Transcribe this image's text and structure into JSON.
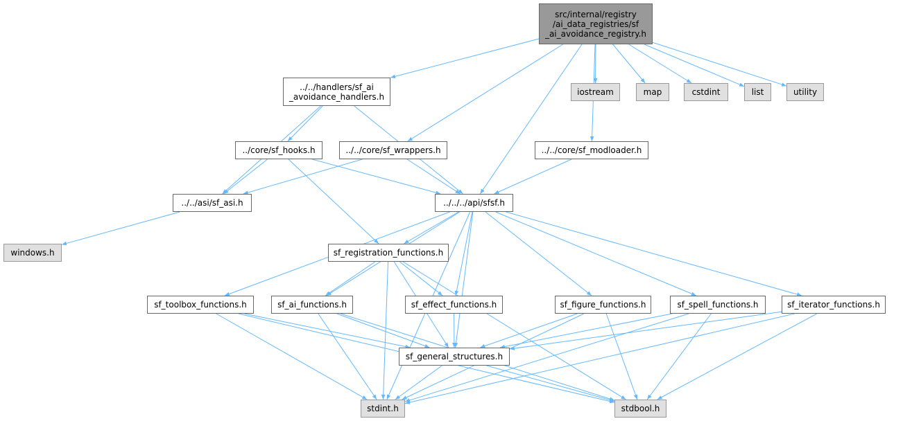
{
  "graph": {
    "edge_color": "#63b8ff",
    "colors": {
      "root_fill": "#999999",
      "node_fill": "#ffffff",
      "system_fill": "#e0e0e0",
      "border": "#666666"
    },
    "nodes": [
      {
        "id": "root",
        "label": "src/internal/registry\n/ai_data_registries/sf\n_ai_avoidance_registry.h",
        "kind": "root"
      },
      {
        "id": "handlers",
        "label": "../../handlers/sf_ai\n_avoidance_handlers.h",
        "kind": "internal"
      },
      {
        "id": "iostream",
        "label": "iostream",
        "kind": "system"
      },
      {
        "id": "map",
        "label": "map",
        "kind": "system"
      },
      {
        "id": "cstdint",
        "label": "cstdint",
        "kind": "system"
      },
      {
        "id": "list",
        "label": "list",
        "kind": "system"
      },
      {
        "id": "utility",
        "label": "utility",
        "kind": "system"
      },
      {
        "id": "hooks",
        "label": "../core/sf_hooks.h",
        "kind": "internal"
      },
      {
        "id": "wrappers",
        "label": "../../core/sf_wrappers.h",
        "kind": "internal"
      },
      {
        "id": "modloader",
        "label": "../../core/sf_modloader.h",
        "kind": "internal"
      },
      {
        "id": "asi",
        "label": "../../asi/sf_asi.h",
        "kind": "internal"
      },
      {
        "id": "sfsf",
        "label": "../../../api/sfsf.h",
        "kind": "internal"
      },
      {
        "id": "windows",
        "label": "windows.h",
        "kind": "system"
      },
      {
        "id": "registration",
        "label": "sf_registration_functions.h",
        "kind": "internal"
      },
      {
        "id": "toolbox",
        "label": "sf_toolbox_functions.h",
        "kind": "internal"
      },
      {
        "id": "ai",
        "label": "sf_ai_functions.h",
        "kind": "internal"
      },
      {
        "id": "effect",
        "label": "sf_effect_functions.h",
        "kind": "internal"
      },
      {
        "id": "figure",
        "label": "sf_figure_functions.h",
        "kind": "internal"
      },
      {
        "id": "spell",
        "label": "sf_spell_functions.h",
        "kind": "internal"
      },
      {
        "id": "iterator",
        "label": "sf_iterator_functions.h",
        "kind": "internal"
      },
      {
        "id": "general",
        "label": "sf_general_structures.h",
        "kind": "internal"
      },
      {
        "id": "stdint",
        "label": "stdint.h",
        "kind": "system"
      },
      {
        "id": "stdbool",
        "label": "stdbool.h",
        "kind": "system"
      }
    ],
    "edges": [
      [
        "root",
        "handlers"
      ],
      [
        "root",
        "iostream"
      ],
      [
        "root",
        "map"
      ],
      [
        "root",
        "cstdint"
      ],
      [
        "root",
        "list"
      ],
      [
        "root",
        "utility"
      ],
      [
        "root",
        "wrappers"
      ],
      [
        "root",
        "modloader"
      ],
      [
        "root",
        "sfsf"
      ],
      [
        "handlers",
        "hooks"
      ],
      [
        "handlers",
        "asi"
      ],
      [
        "handlers",
        "sfsf"
      ],
      [
        "hooks",
        "asi"
      ],
      [
        "hooks",
        "sfsf"
      ],
      [
        "hooks",
        "registration"
      ],
      [
        "wrappers",
        "asi"
      ],
      [
        "wrappers",
        "sfsf"
      ],
      [
        "modloader",
        "sfsf"
      ],
      [
        "asi",
        "windows"
      ],
      [
        "sfsf",
        "registration"
      ],
      [
        "sfsf",
        "toolbox"
      ],
      [
        "sfsf",
        "ai"
      ],
      [
        "sfsf",
        "effect"
      ],
      [
        "sfsf",
        "figure"
      ],
      [
        "sfsf",
        "spell"
      ],
      [
        "sfsf",
        "iterator"
      ],
      [
        "sfsf",
        "general"
      ],
      [
        "sfsf",
        "stdint"
      ],
      [
        "registration",
        "ai"
      ],
      [
        "registration",
        "effect"
      ],
      [
        "registration",
        "general"
      ],
      [
        "registration",
        "stdint"
      ],
      [
        "registration",
        "stdbool"
      ],
      [
        "toolbox",
        "general"
      ],
      [
        "toolbox",
        "stdint"
      ],
      [
        "toolbox",
        "stdbool"
      ],
      [
        "ai",
        "general"
      ],
      [
        "ai",
        "stdint"
      ],
      [
        "ai",
        "stdbool"
      ],
      [
        "effect",
        "general"
      ],
      [
        "figure",
        "general"
      ],
      [
        "figure",
        "stdint"
      ],
      [
        "figure",
        "stdbool"
      ],
      [
        "spell",
        "general"
      ],
      [
        "spell",
        "stdint"
      ],
      [
        "spell",
        "stdbool"
      ],
      [
        "iterator",
        "general"
      ],
      [
        "iterator",
        "stdint"
      ],
      [
        "iterator",
        "stdbool"
      ],
      [
        "general",
        "stdint"
      ],
      [
        "general",
        "stdbool"
      ]
    ]
  }
}
